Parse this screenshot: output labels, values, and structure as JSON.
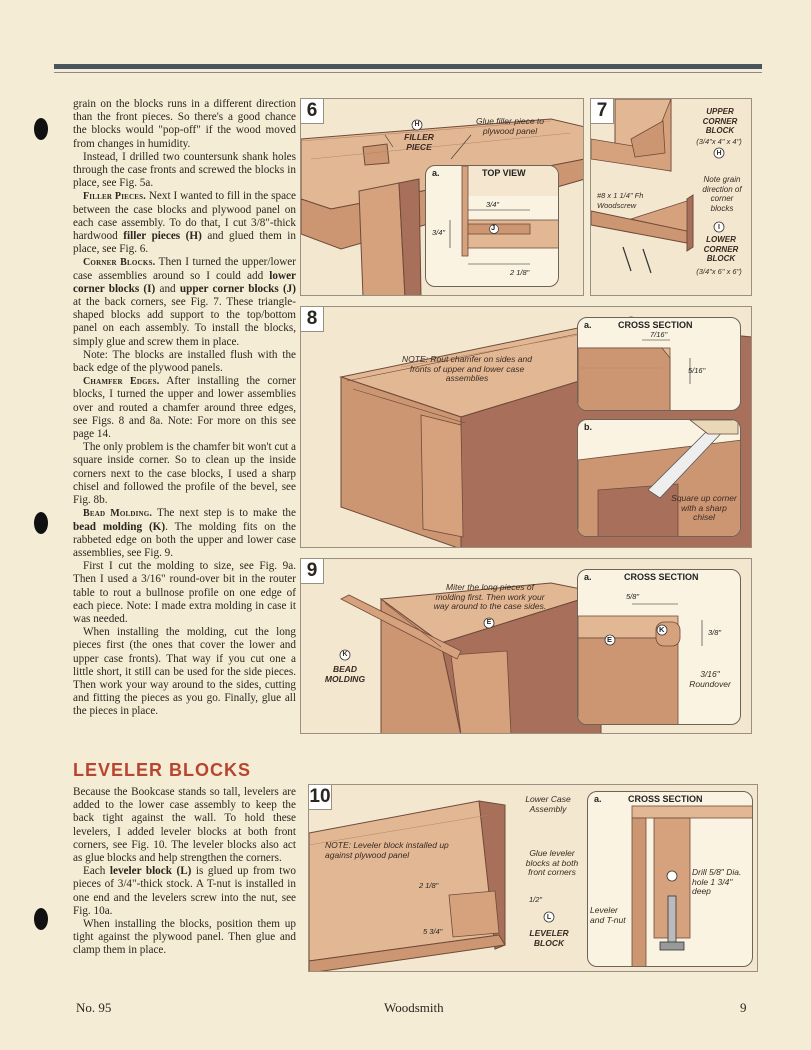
{
  "page": {
    "issue": "No. 95",
    "magazine": "Woodsmith",
    "page_number": "9"
  },
  "text": {
    "p1": "grain on the blocks runs in a different direction than the front pieces. So there's a good chance the blocks would \"pop-off\" if the wood moved from changes in humidity.",
    "p2": "Instead, I drilled two countersunk shank holes through the case fronts and screwed the blocks in place, see Fig. 5a.",
    "p3_head": "Filler Pieces.",
    "p3_a": " Next I wanted to fill in the space between the case blocks and plywood panel on each case assembly. To do that, I cut ",
    "p3_frac": "3/8\"",
    "p3_b": "-thick hardwood ",
    "p3_bold": "filler pieces (H)",
    "p3_c": " and glued them in place, see Fig. 6.",
    "p4_head": "Corner Blocks.",
    "p4_a": " Then I turned the upper/lower case assemblies around so I could add ",
    "p4_bold1": "lower corner blocks (I)",
    "p4_b": " and ",
    "p4_bold2": "upper corner blocks (J)",
    "p4_c": " at the back corners, see Fig. 7. These triangle-shaped blocks add support to the top/bottom panel on each assembly. To install the blocks, simply glue and screw them in place.",
    "p5": "Note: The blocks are installed flush with the back edge of the plywood panels.",
    "p6_head": "Chamfer Edges.",
    "p6_a": " After installing the corner blocks, I turned the upper and lower assemblies over and routed a chamfer around three edges, see Figs. 8 and 8a. Note: For more on this see page 14.",
    "p7": "The only problem is the chamfer bit won't cut a square inside corner. So to clean up the inside corners next to the case blocks, I used a sharp chisel and followed the profile of the bevel, see Fig. 8b.",
    "p8_head": "Bead Molding.",
    "p8_a": " The next step is to make the ",
    "p8_bold": "bead molding (K)",
    "p8_b": ". The molding fits on the rabbeted edge on both the upper and lower case assemblies, see Fig. 9.",
    "p9": "First I cut the molding to size, see Fig. 9a. Then I used a 3/16\" round-over bit in the router table to rout a bullnose profile on one edge of each piece. Note: I made extra molding in case it was needed.",
    "p10": "When installing the molding, cut the long pieces first (the ones that cover the lower and upper case fronts). That way if you cut one a little short, it still can be used for the side pieces. Then work your way around to the sides, cutting and fitting the pieces as you go. Finally, glue all the pieces in place.",
    "heading": "LEVELER BLOCKS",
    "q1": "Because the Bookcase stands so tall, levelers are added to the lower case assembly to keep the back tight against the wall. To hold these levelers, I added leveler blocks at both front corners, see Fig. 10. The leveler blocks also act as glue blocks and help strengthen the corners.",
    "q2_a": "Each ",
    "q2_bold": "leveler block (L)",
    "q2_b": " is glued up from two pieces of 3/4\"-thick stock. A T-nut is installed in one end and the levelers screw into the nut, see Fig. 10a.",
    "q3": "When installing the blocks, position them up tight against the plywood panel. Then glue and clamp them in place."
  },
  "figures": {
    "f6": {
      "num": "6",
      "filler_label": "FILLER PIECE",
      "filler_letter": "H",
      "note": "Glue filler piece to plywood panel",
      "inset_letter": "a.",
      "inset_title": "TOP VIEW",
      "d1": "3/4\"",
      "d2": "3/4\"",
      "d3": "2 1/8\"",
      "part": "J"
    },
    "f7": {
      "num": "7",
      "upper": "UPPER CORNER BLOCK",
      "upper_dim": "(3/4\"x 4\" x 4\")",
      "upper_letter": "H",
      "grain": "Note grain direction of corner blocks",
      "screw": "#8 x 1 1/4\" Fh Woodscrew",
      "lower": "LOWER CORNER BLOCK",
      "lower_dim": "(3/4\"x 6\" x 6\")",
      "lower_letter": "I"
    },
    "f8": {
      "num": "8",
      "note": "NOTE: Rout chamfer on sides and fronts of upper and lower case assemblies",
      "a_letter": "a.",
      "a_title": "CROSS SECTION",
      "a_d1": "7/16\"",
      "a_d2": "5/16\"",
      "b_letter": "b.",
      "b_note": "Square up corner with a sharp chisel"
    },
    "f9": {
      "num": "9",
      "note": "Miter the long pieces of molding first. Then work your way around to the case sides.",
      "e_letter": "E",
      "k_letter": "K",
      "bead": "BEAD MOLDING",
      "a_letter": "a.",
      "a_title": "CROSS SECTION",
      "a_d1": "5/8\"",
      "a_d2": "3/8\"",
      "a_d3": "3/16\" Roundover"
    },
    "f10": {
      "num": "10",
      "note": "NOTE: Leveler block installed up against plywood panel",
      "lower": "Lower Case Assembly",
      "glue": "Glue leveler blocks at both front corners",
      "d1": "2 1/8\"",
      "d2": "1/2\"",
      "d3": "5 3/4\"",
      "l_letter": "L",
      "leveler": "LEVELER BLOCK",
      "a_letter": "a.",
      "a_title": "CROSS SECTION",
      "drill": "Drill 5/8\" Dia. hole 1 3/4\" deep",
      "tnut": "Leveler and T-nut"
    }
  },
  "colors": {
    "wood_light": "#e2b894",
    "wood_mid": "#cc9672",
    "wood_dark": "#a8705a",
    "heading": "#b8452f"
  }
}
